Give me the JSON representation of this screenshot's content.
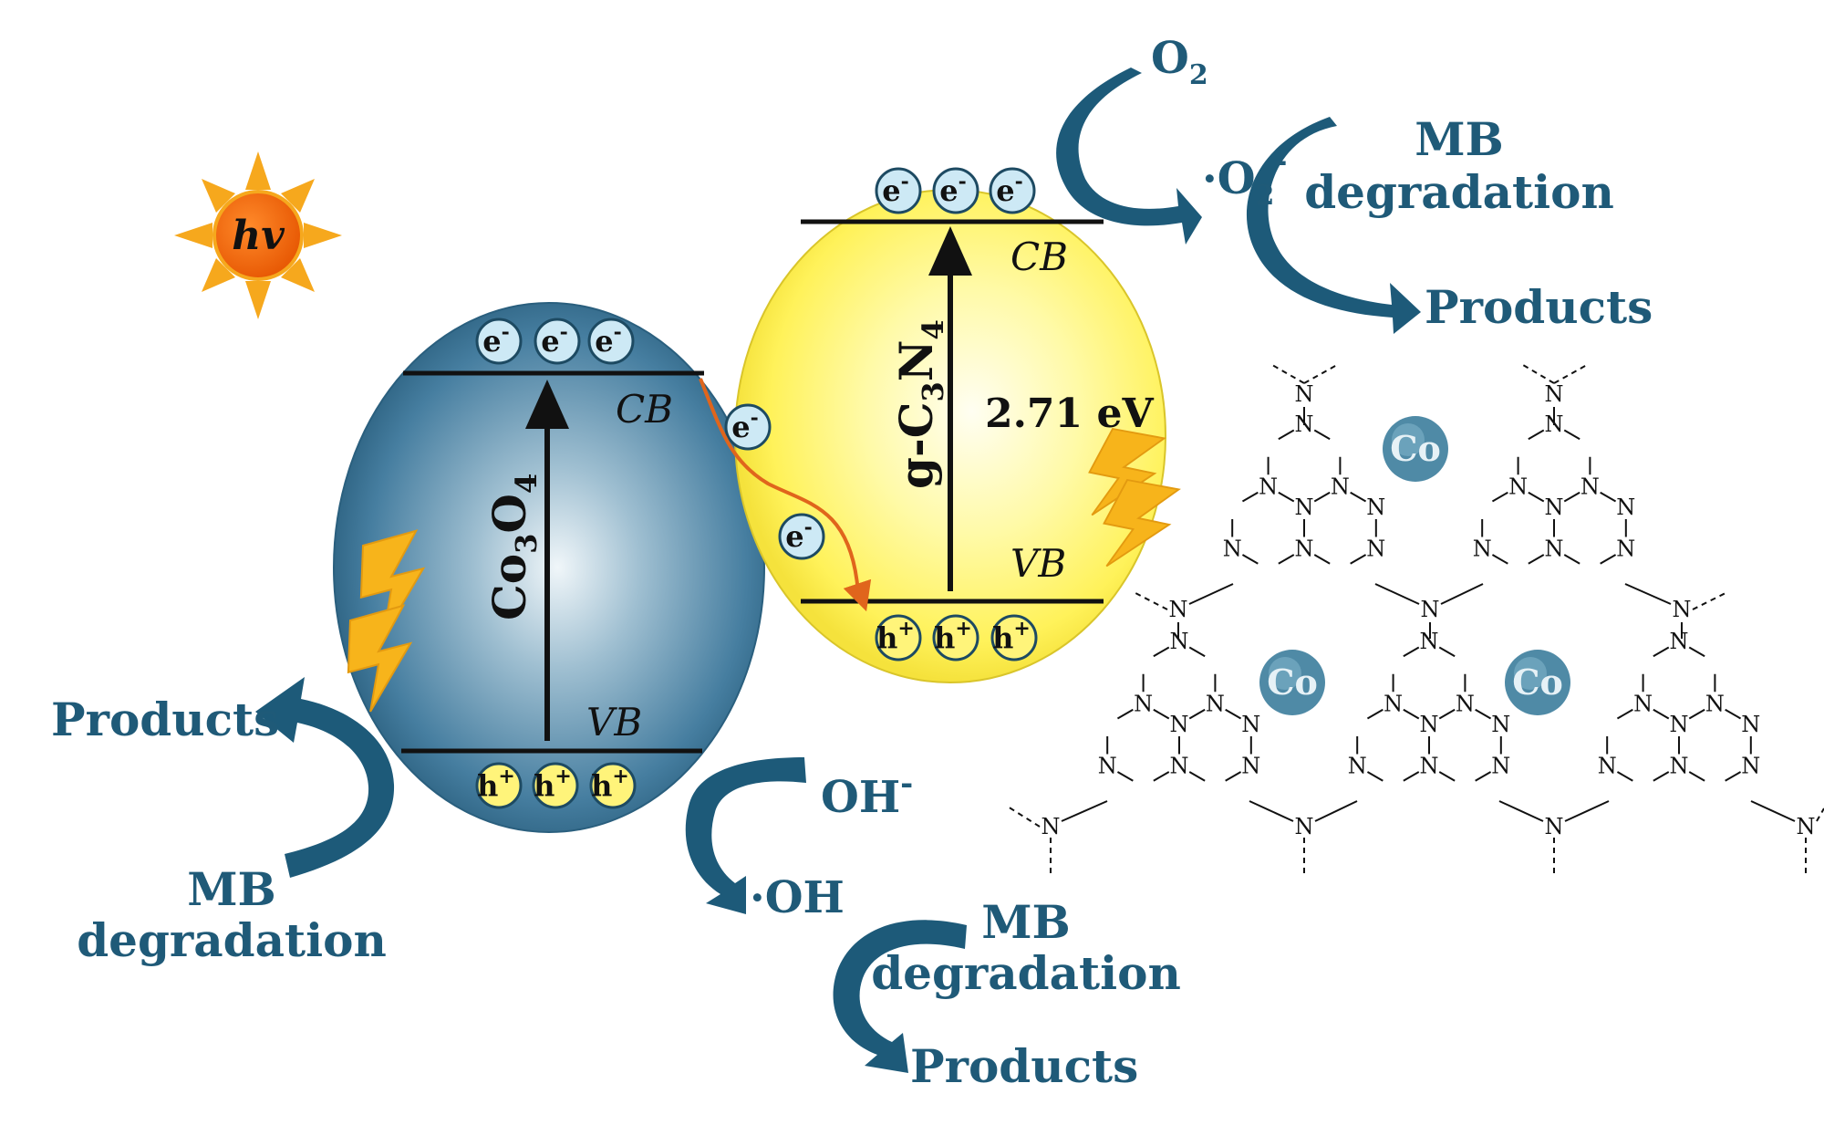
{
  "light": {
    "label": "hv"
  },
  "co3o4": {
    "formula_main": "Co",
    "formula_sub1": "3",
    "formula_mid": "O",
    "formula_sub2": "4",
    "cb_label": "CB",
    "vb_label": "VB"
  },
  "gcn": {
    "formula_g": "g-C",
    "formula_sub1": "3",
    "formula_n": "N",
    "formula_sub2": "4",
    "cb_label": "CB",
    "vb_label": "VB",
    "band_gap": "2.71 eV"
  },
  "carriers": {
    "electron": "e",
    "electron_sign": "-",
    "hole": "h",
    "hole_sign": "+"
  },
  "reactions": {
    "o2": "O",
    "o2_sub": "2",
    "superoxide": "·O",
    "superoxide_sub": "2",
    "superoxide_sign": "-",
    "hydroxide": "OH",
    "hydroxide_sign": "-",
    "hydroxyl_radical": "·OH"
  },
  "labels": {
    "mb": "MB",
    "degradation": "degradation",
    "products": "Products"
  },
  "structure": {
    "nitrogen": "N",
    "cobalt": "Co"
  },
  "colors": {
    "co3o4_sphere": "#2d6584",
    "gcn_sphere": "#fff04a",
    "arrow_blue": "#1d5a79",
    "sun_core": "#f26a0f",
    "sun_rays": "#f6a81d",
    "lightning": "#f7b41b",
    "electron_fill": "#cde9f5",
    "hole_fill": "#fff47a",
    "transfer_arrow": "#e0651c"
  }
}
